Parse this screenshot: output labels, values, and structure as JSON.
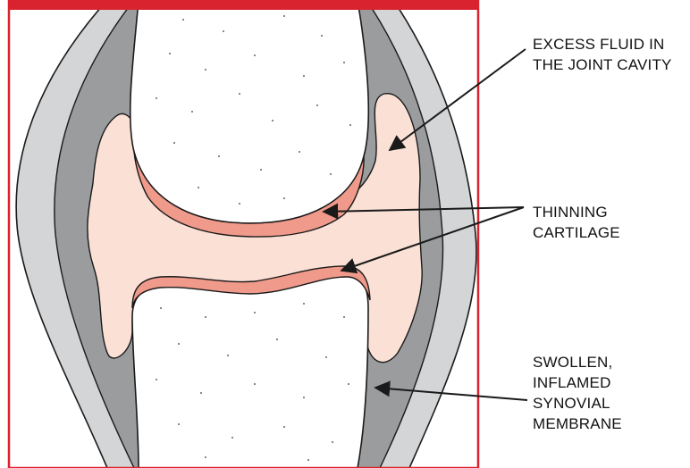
{
  "colors": {
    "frame": "#d9232e",
    "outer_capsule": "#d3d5d6",
    "synovial_membrane": "#9a9c9e",
    "joint_fluid": "#fbe0d6",
    "cartilage": "#ef9a8a",
    "bone": "#ffffff",
    "outline": "#1a1a1a"
  },
  "labels": {
    "excess_fluid": {
      "line1": "EXCESS FLUID IN",
      "line2": "THE JOINT CAVITY"
    },
    "cartilage": {
      "line1": "THINNING",
      "line2": "CARTILAGE"
    },
    "membrane": {
      "line1": "SWOLLEN,",
      "line2": "INFLAMED",
      "line3": "SYNOVIAL",
      "line4": "MEMBRANE"
    }
  }
}
